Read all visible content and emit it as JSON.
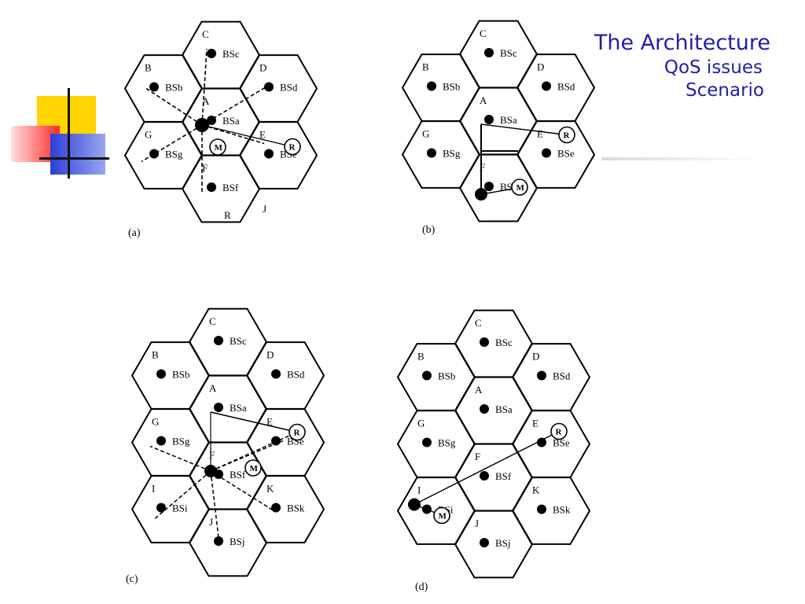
{
  "title": {
    "line1": "The Architecture",
    "line2": "QoS issues",
    "line3": "Scenario"
  },
  "colors": {
    "title": "#1f1fa8",
    "deco_yellow": "#ffd400",
    "deco_red": "#ff2a2a",
    "deco_blue": "#2a3fd8",
    "ink": "#000000"
  },
  "panels": [
    {
      "label": "(a)",
      "cells": [
        {
          "letter": "C",
          "bs": "BSc"
        },
        {
          "letter": "B",
          "bs": "BSb"
        },
        {
          "letter": "D",
          "bs": "BSd"
        },
        {
          "letter": "A",
          "bs": "BSa"
        },
        {
          "letter": "G",
          "bs": "BSg"
        },
        {
          "letter": "E",
          "bs": "BSe"
        },
        {
          "letter": "F",
          "bs": "BSf"
        }
      ],
      "extra_labels": [
        "R",
        "J"
      ],
      "mobile": "M",
      "receiver": "R"
    },
    {
      "label": "(b)",
      "cells": [
        {
          "letter": "C",
          "bs": "BSc"
        },
        {
          "letter": "B",
          "bs": "BSb"
        },
        {
          "letter": "D",
          "bs": "BSd"
        },
        {
          "letter": "A",
          "bs": "BSa"
        },
        {
          "letter": "G",
          "bs": "BSg"
        },
        {
          "letter": "E",
          "bs": "BSe"
        },
        {
          "letter": "F",
          "bs": "BSf"
        }
      ],
      "mobile": "M",
      "receiver": "R"
    },
    {
      "label": "(c)",
      "cells": [
        {
          "letter": "C",
          "bs": "BSc"
        },
        {
          "letter": "B",
          "bs": "BSb"
        },
        {
          "letter": "D",
          "bs": "BSd"
        },
        {
          "letter": "A",
          "bs": "BSa"
        },
        {
          "letter": "G",
          "bs": "BSg"
        },
        {
          "letter": "E",
          "bs": "BSe"
        },
        {
          "letter": "F",
          "bs": "BSf"
        },
        {
          "letter": "I",
          "bs": "BSi"
        },
        {
          "letter": "K",
          "bs": "BSk"
        },
        {
          "letter": "J",
          "bs": "BSj"
        }
      ],
      "mobile": "M",
      "receiver": "R"
    },
    {
      "label": "(d)",
      "cells": [
        {
          "letter": "C",
          "bs": "BSc"
        },
        {
          "letter": "B",
          "bs": "BSb"
        },
        {
          "letter": "D",
          "bs": "BSd"
        },
        {
          "letter": "A",
          "bs": "BSa"
        },
        {
          "letter": "G",
          "bs": "BSg"
        },
        {
          "letter": "E",
          "bs": "BSe"
        },
        {
          "letter": "F",
          "bs": "BSf"
        },
        {
          "letter": "I",
          "bs": "BSi"
        },
        {
          "letter": "K",
          "bs": "BSk"
        },
        {
          "letter": "J",
          "bs": "BSj"
        }
      ],
      "mobile": "M",
      "receiver": "R"
    }
  ]
}
